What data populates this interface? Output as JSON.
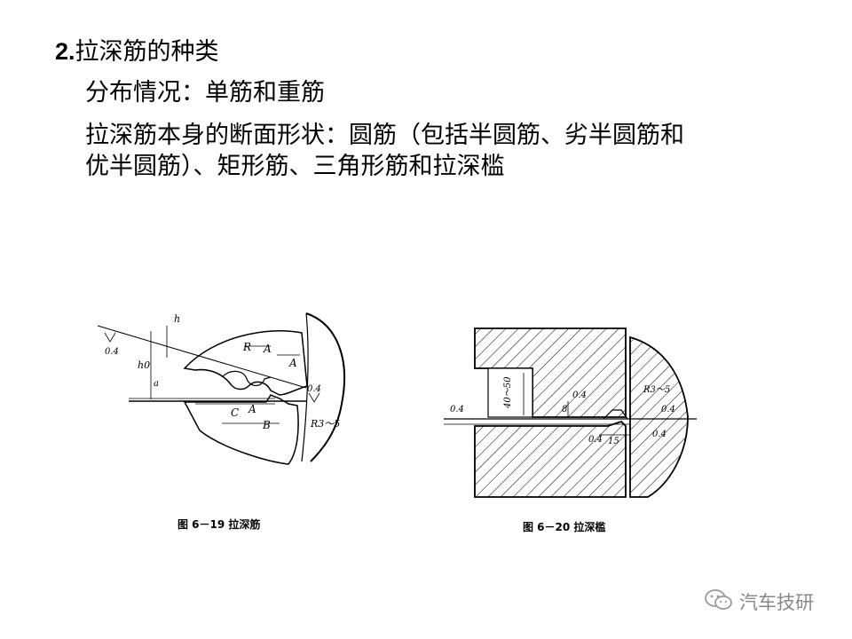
{
  "heading": {
    "number": "2.",
    "title": "拉深筋的种类"
  },
  "lines": [
    "分布情况：单筋和重筋",
    "拉深筋本身的断面形状：圆筋（包括半圆筋、劣半圆筋和",
    "优半圆筋）、矩形筋、三角形筋和拉深槛"
  ],
  "figures": {
    "fig1": {
      "caption": "图 6－19   拉深筋",
      "labels": {
        "h": "h",
        "h0": "h0",
        "a": "a",
        "R": "R",
        "A": "A",
        "C": "C",
        "B": "B",
        "roughness": "0.4",
        "radius": "R3～5"
      }
    },
    "fig2": {
      "caption": "图 6－20   拉深槛",
      "labels": {
        "height": "40～50",
        "t": "8",
        "w": "15",
        "roughness": "0.4",
        "radius": "R3～5"
      }
    }
  },
  "watermark": {
    "text": "汽车技研",
    "icon": "wechat-icon"
  }
}
